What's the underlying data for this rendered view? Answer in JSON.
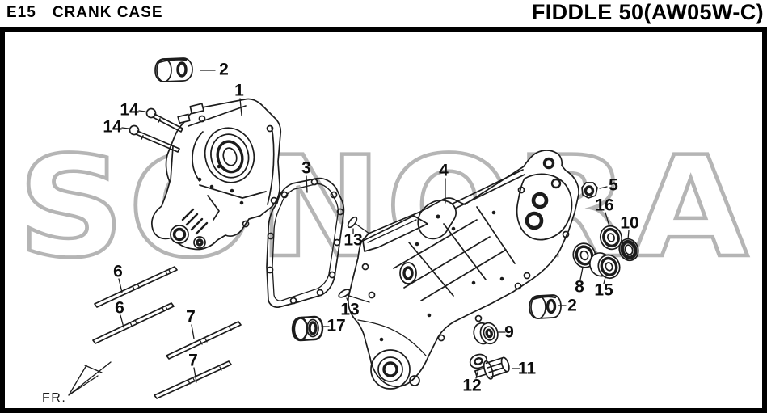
{
  "header": {
    "section_code": "E15",
    "section_title": "CRANK CASE",
    "model": "FIDDLE 50(AW05W-C)"
  },
  "watermark": {
    "text": "SONORA"
  },
  "fr_label": "FR.",
  "callouts": {
    "c1": "1",
    "c2_top": "2",
    "c2_right": "2",
    "c3": "3",
    "c4": "4",
    "c5": "5",
    "c6_upper": "6",
    "c6_lower": "6",
    "c7_upper": "7",
    "c7_lower": "7",
    "c8": "8",
    "c9": "9",
    "c10": "10",
    "c11": "11",
    "c12": "12",
    "c13_upper": "13",
    "c13_lower": "13",
    "c14_upper": "14",
    "c14_lower": "14",
    "c15": "15",
    "c16": "16",
    "c17": "17"
  },
  "colors": {
    "line": "#1c1c1c",
    "watermark": "#b5b5b5",
    "border": "#000000",
    "background": "#ffffff"
  }
}
